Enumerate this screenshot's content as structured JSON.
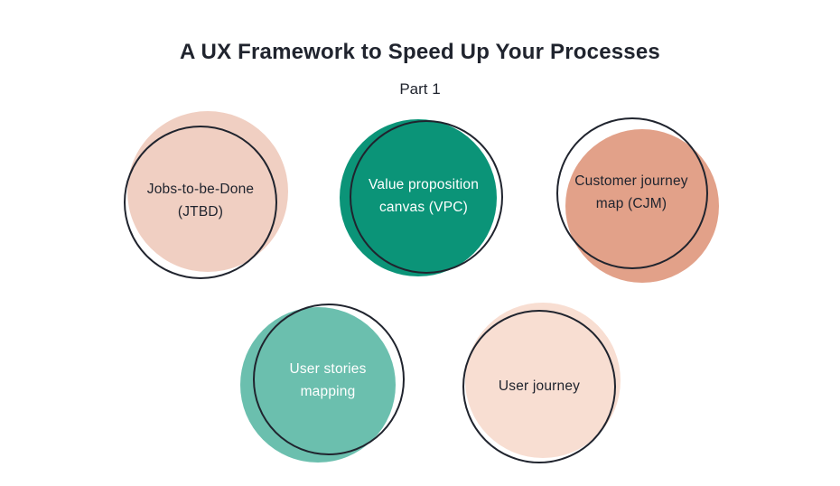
{
  "header": {
    "title": "A UX Framework to Speed Up Your Processes",
    "subtitle": "Part 1"
  },
  "colors": {
    "background": "#ffffff",
    "outline": "#20242e",
    "heading_text": "#20242e"
  },
  "bubbles": [
    {
      "id": "jtbd",
      "lines": [
        "Jobs-to-be-Done",
        "(JTBD)"
      ],
      "fill_color": "#f0cfc2",
      "text_color": "#20242e"
    },
    {
      "id": "vpc",
      "lines": [
        "Value proposition",
        "canvas (VPC)"
      ],
      "fill_color": "#0b9478",
      "text_color": "#ffffff"
    },
    {
      "id": "cjm",
      "lines": [
        "Customer journey",
        "map (CJM)"
      ],
      "fill_color": "#e2a189",
      "text_color": "#20242e"
    },
    {
      "id": "user-stories-mapping",
      "lines": [
        "User stories",
        "mapping"
      ],
      "fill_color": "#6bbfae",
      "text_color": "#ffffff"
    },
    {
      "id": "user-journey",
      "lines": [
        "User journey"
      ],
      "fill_color": "#f8ded2",
      "text_color": "#20242e"
    }
  ]
}
